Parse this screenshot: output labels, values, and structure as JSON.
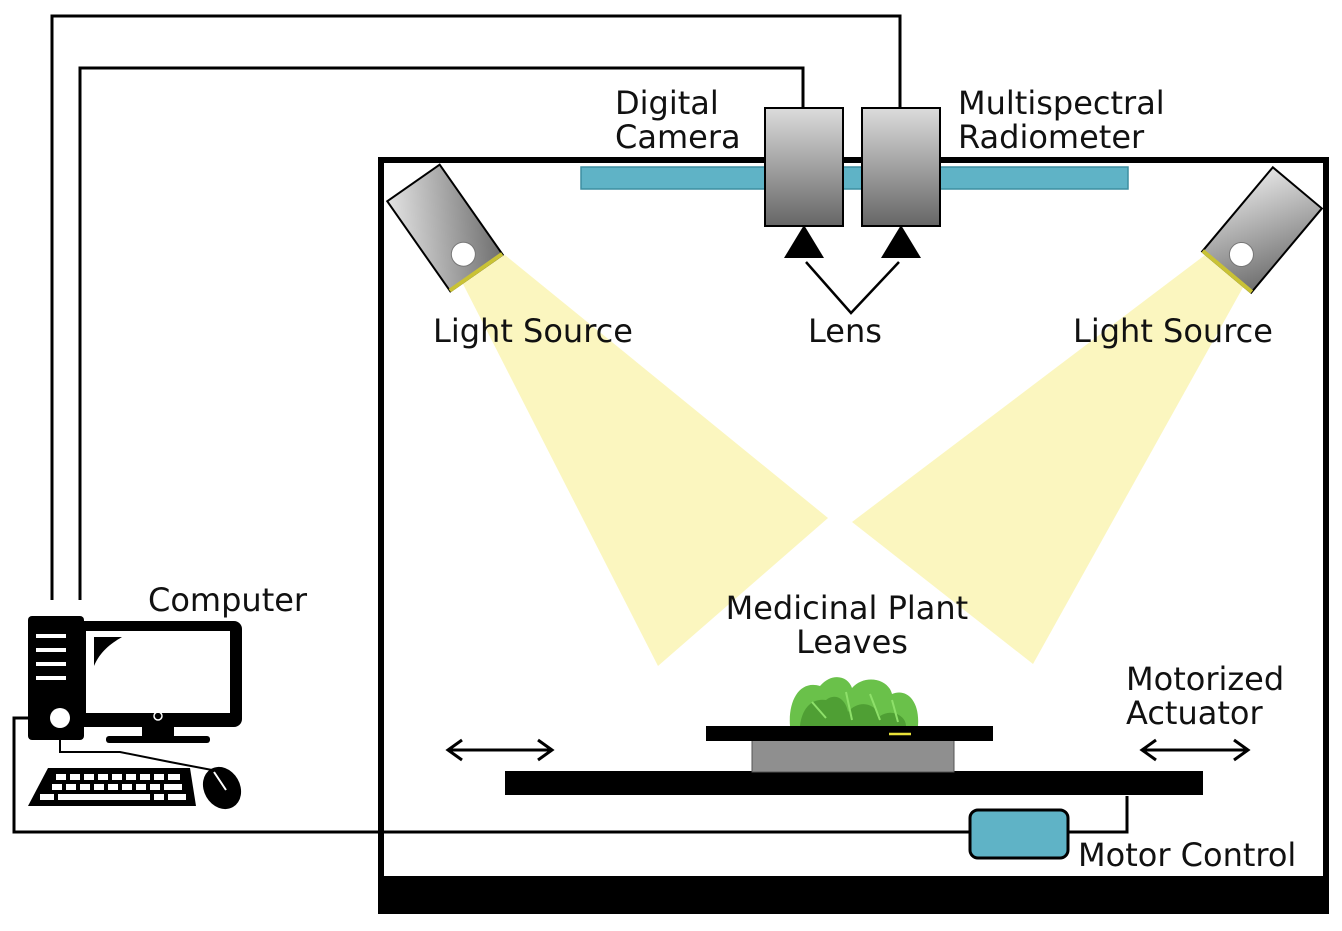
{
  "labels": {
    "digital_camera": [
      "Digital",
      "Camera"
    ],
    "multispectral_radiometer": [
      "Multispectral",
      "Radiometer"
    ],
    "light_source_left": "Light Source",
    "light_source_right": "Light Source",
    "lens": "Lens",
    "computer": "Computer",
    "medicinal_plant_leaves": [
      "Medicinal Plant",
      "Leaves"
    ],
    "motorized_actuator": [
      "Motorized",
      "Actuator"
    ],
    "motor_control": "Motor Control"
  },
  "colors": {
    "rail": "#5fb3c6",
    "motor_control_box": "#5fb3c6",
    "light_beam": "#fbf6bf",
    "device_top": "#d6d6d6",
    "device_bottom": "#6a6a6a",
    "stage": "#8f8f8f",
    "leaves": "#6ac14a"
  },
  "icons": {
    "computer": "desktop-computer-icon",
    "keyboard": "keyboard-icon",
    "mouse": "mouse-icon",
    "arrow_left_stage": "double-arrow-icon",
    "arrow_right_stage": "double-arrow-icon"
  }
}
